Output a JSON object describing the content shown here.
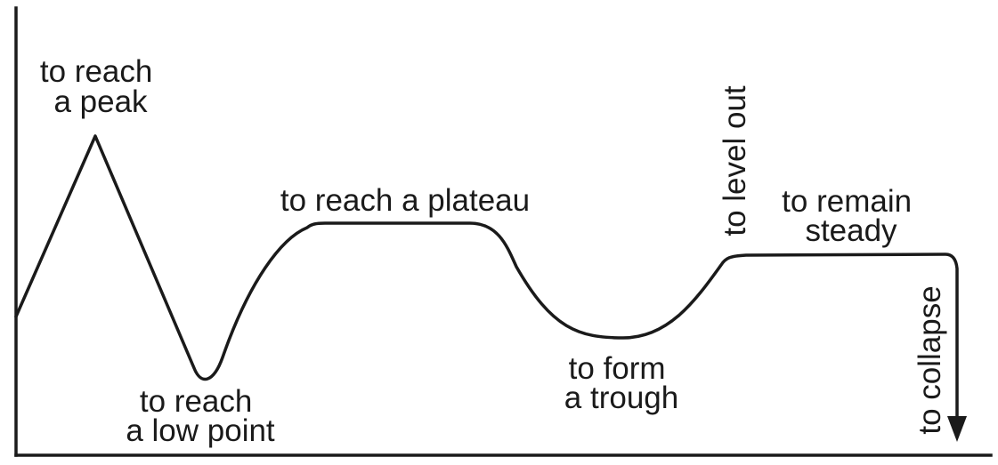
{
  "labels": {
    "peak": [
      "to reach",
      "a peak"
    ],
    "low_point": [
      "to reach",
      "a low point"
    ],
    "plateau": [
      "to reach a plateau"
    ],
    "trough": [
      "to form",
      "a trough"
    ],
    "level_out": [
      "to level out"
    ],
    "remain_steady": [
      "to remain",
      "steady"
    ],
    "collapse": [
      "to collapse"
    ]
  }
}
